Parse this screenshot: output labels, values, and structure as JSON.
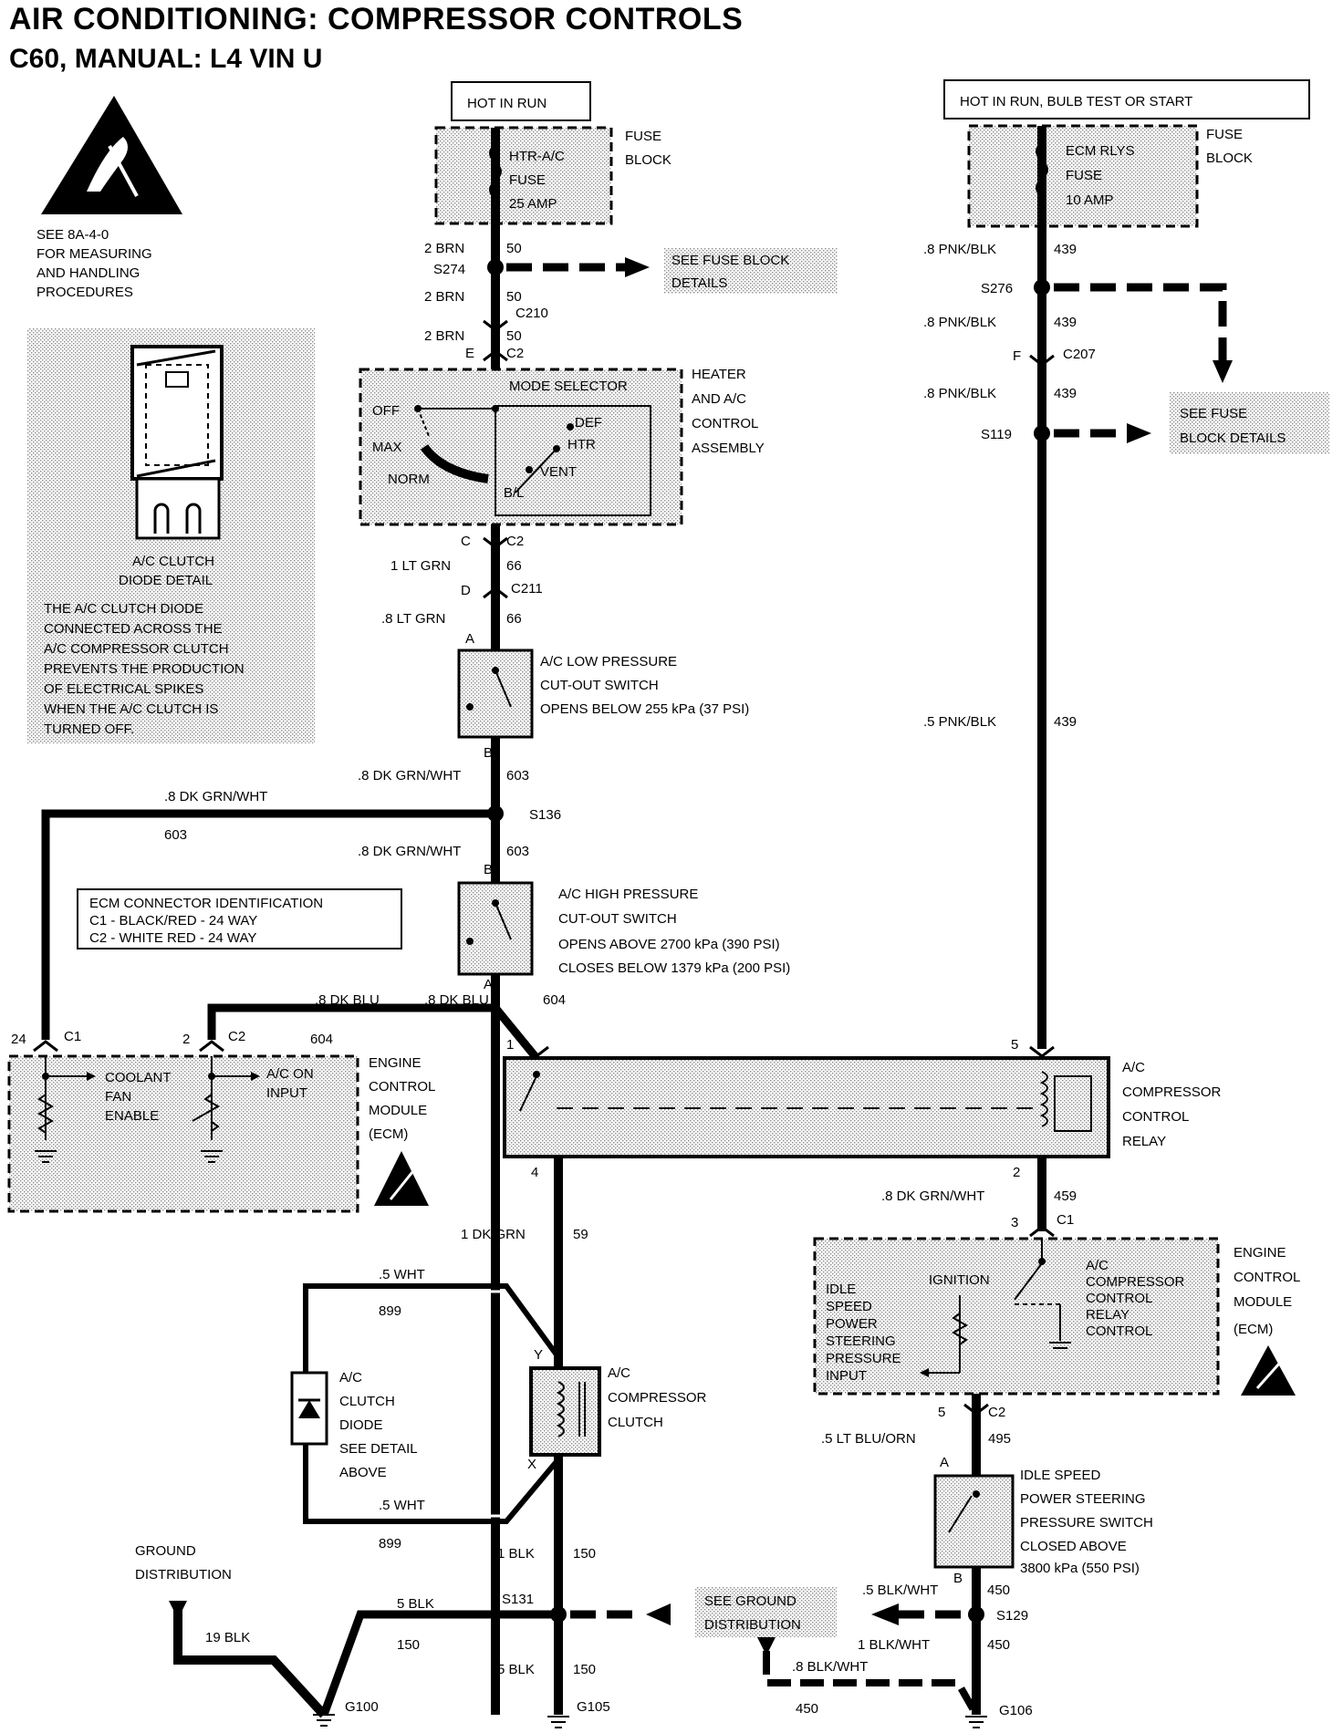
{
  "title": "AIR CONDITIONING: COMPRESSOR CONTROLS",
  "subtitle": "C60, MANUAL: L4 VIN U",
  "esd_note": [
    "SEE 8A-4-0",
    "FOR MEASURING",
    "AND HANDLING",
    "PROCEDURES"
  ],
  "diode_detail": {
    "caption": [
      "A/C CLUTCH",
      "DIODE DETAIL"
    ],
    "note": [
      "THE A/C CLUTCH DIODE",
      "CONNECTED ACROSS THE",
      "A/C COMPRESSOR CLUTCH",
      "PREVENTS THE PRODUCTION",
      "OF ELECTRICAL SPIKES",
      "WHEN THE A/C CLUTCH IS",
      "TURNED OFF."
    ]
  },
  "power_left": {
    "label": "HOT IN RUN",
    "fuse": [
      "HTR-A/C",
      "FUSE",
      "25 AMP"
    ],
    "block": [
      "FUSE",
      "BLOCK"
    ]
  },
  "power_right": {
    "label": "HOT IN RUN, BULB TEST OR START",
    "fuse": [
      "ECM RLYS",
      "FUSE",
      "10 AMP"
    ],
    "block": [
      "FUSE",
      "BLOCK"
    ]
  },
  "see_fuse_block_details_1": [
    "SEE FUSE BLOCK",
    "DETAILS"
  ],
  "see_fuse_block_details_2": [
    "SEE FUSE",
    "BLOCK DETAILS"
  ],
  "see_ground_distribution": [
    "SEE GROUND",
    "DISTRIBUTION"
  ],
  "ground_distribution": [
    "GROUND",
    "DISTRIBUTION"
  ],
  "heater_ac": {
    "assembly": [
      "HEATER",
      "AND A/C",
      "CONTROL",
      "ASSEMBLY"
    ],
    "mode_selector": "MODE SELECTOR",
    "positions": [
      "OFF",
      "MAX",
      "NORM",
      "DEF",
      "HTR",
      "VENT",
      "B/L"
    ]
  },
  "low_pressure_switch": [
    "A/C LOW PRESSURE",
    "CUT-OUT SWITCH",
    "OPENS BELOW 255 kPa (37 PSI)"
  ],
  "high_pressure_switch": [
    "A/C HIGH PRESSURE",
    "CUT-OUT SWITCH",
    "OPENS ABOVE 2700 kPa (390 PSI)",
    "CLOSES BELOW 1379 kPa (200 PSI)"
  ],
  "ecm_connector_id": [
    "ECM CONNECTOR IDENTIFICATION",
    "C1 - BLACK/RED - 24 WAY",
    "C2 - WHITE RED - 24 WAY"
  ],
  "ecm_left": {
    "labels": [
      "ENGINE",
      "CONTROL",
      "MODULE",
      "(ECM)"
    ],
    "coolant": [
      "COOLANT",
      "FAN",
      "ENABLE"
    ],
    "ac_on": [
      "A/C ON",
      "INPUT"
    ]
  },
  "relay": [
    "A/C",
    "COMPRESSOR",
    "CONTROL",
    "RELAY"
  ],
  "ecm_right": {
    "labels": [
      "ENGINE",
      "CONTROL",
      "MODULE",
      "(ECM)"
    ],
    "ignition": "IGNITION",
    "idle_input": [
      "IDLE",
      "SPEED",
      "POWER",
      "STEERING",
      "PRESSURE",
      "INPUT"
    ],
    "relay_control": [
      "A/C",
      "COMPRESSOR",
      "CONTROL",
      "RELAY",
      "CONTROL"
    ]
  },
  "clutch": [
    "A/C",
    "COMPRESSOR",
    "CLUTCH"
  ],
  "diode": [
    "A/C",
    "CLUTCH",
    "DIODE",
    "SEE DETAIL",
    "ABOVE"
  ],
  "ps_switch": [
    "IDLE SPEED",
    "POWER STEERING",
    "PRESSURE SWITCH",
    "CLOSED ABOVE",
    "3800 kPa (550 PSI)"
  ],
  "wires": {
    "w1": "2 BRN",
    "c1": "50",
    "w2": "2 BRN",
    "c2": "50",
    "w3": "2 BRN",
    "c3": "50",
    "w4": "1 LT GRN",
    "c4": "66",
    "w5": ".8 LT GRN",
    "c5": "66",
    "w6": ".8 DK GRN/WHT",
    "c6": "603",
    "w7": ".8 DK GRN/WHT",
    "c7": "603",
    "w8": ".8 DK GRN/WHT",
    "c8": "603",
    "w9": ".8 DK BLU",
    "w10": ".8 DK BLU",
    "c10": "604",
    "c9": "604",
    "w11": "1 DK GRN",
    "c11": "59",
    "w12": ".5 WHT",
    "c12": "899",
    "w13": ".5 WHT",
    "c13": "899",
    "w14": "1 BLK",
    "c14": "150",
    "w15": "5 BLK",
    "c15": "150",
    "w16": "5 BLK",
    "c16": "150",
    "w17": "19 BLK",
    "r1": ".8 PNK/BLK",
    "rc1": "439",
    "r2": ".8 PNK/BLK",
    "rc2": "439",
    "r3": ".8 PNK/BLK",
    "rc3": "439",
    "r4": ".5 PNK/BLK",
    "rc4": "439",
    "r5": ".8 DK GRN/WHT",
    "rc5": "459",
    "r6": ".5 LT BLU/ORN",
    "rc6": "495",
    "r7": ".5 BLK/WHT",
    "rc7": "450",
    "r8": "1 BLK/WHT",
    "rc8": "450",
    "r9": ".8 BLK/WHT",
    "rc9": "450"
  },
  "splices": {
    "s274": "S274",
    "s276": "S276",
    "s119": "S119",
    "s136": "S136",
    "s131": "S131",
    "s129": "S129"
  },
  "connectors": {
    "c210": "C210",
    "c2a": "C2",
    "c2b": "C2",
    "c211": "C211",
    "c207": "C207",
    "c1_left": "C1",
    "c2_left": "C2",
    "c1_right": "C1",
    "c2_right": "C2"
  },
  "pins": {
    "E": "E",
    "C": "C",
    "D": "D",
    "A1": "A",
    "B1": "B",
    "B2": "B",
    "A2": "A",
    "F": "F",
    "p24": "24",
    "p2": "2",
    "p1": "1",
    "p5": "5",
    "p4": "4",
    "p2r": "2",
    "p3": "3",
    "p5r": "5",
    "A3": "A",
    "B3": "B",
    "Y": "Y",
    "X": "X"
  },
  "grounds": {
    "g100": "G100",
    "g105": "G105",
    "g106": "G106"
  }
}
